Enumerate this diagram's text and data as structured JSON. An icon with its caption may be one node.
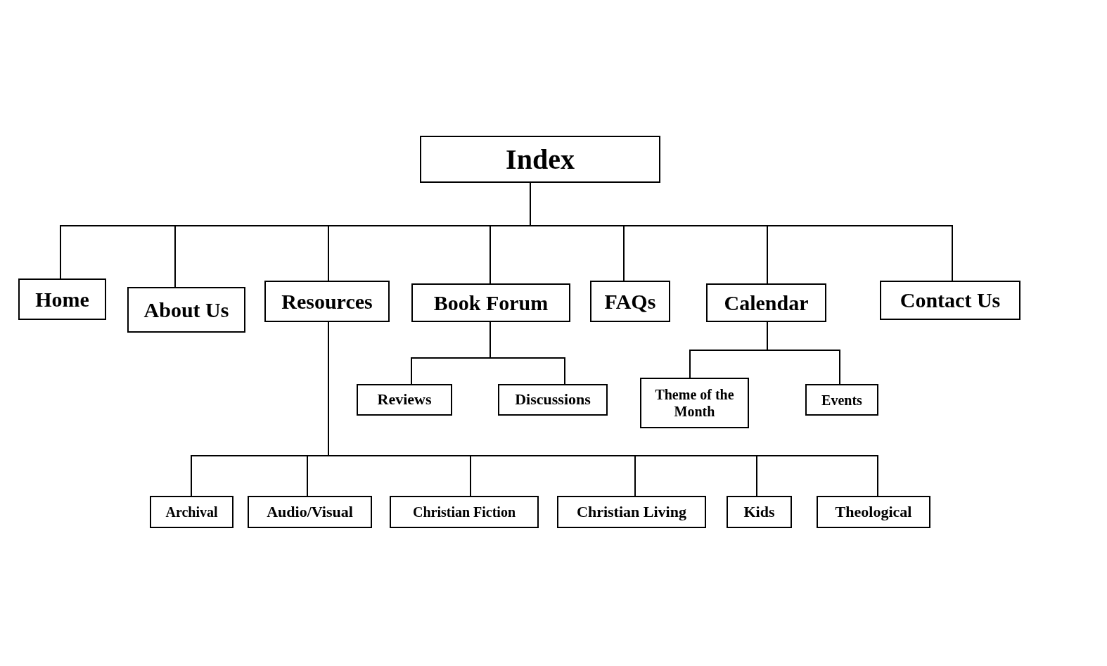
{
  "diagram": {
    "nodes": [
      {
        "text": [
          "Index"
        ]
      },
      {
        "text": [
          "Home"
        ]
      },
      {
        "text": [
          "About Us"
        ]
      },
      {
        "text": [
          "Resources"
        ]
      },
      {
        "text": [
          "Book Forum"
        ]
      },
      {
        "text": [
          "FAQs"
        ]
      },
      {
        "text": [
          "Calendar"
        ]
      },
      {
        "text": [
          "Contact Us"
        ]
      },
      {
        "text": [
          "Reviews"
        ]
      },
      {
        "text": [
          "Discussions"
        ]
      },
      {
        "text": [
          "Theme of the Month"
        ]
      },
      {
        "text": [
          "Events"
        ]
      },
      {
        "text": [
          "Archival"
        ]
      },
      {
        "text": [
          "Audio/Visual"
        ]
      },
      {
        "text": [
          "Christian Fiction"
        ]
      },
      {
        "text": [
          "Christian Living"
        ]
      },
      {
        "text": [
          "Kids"
        ]
      },
      {
        "text": [
          "Theological"
        ]
      }
    ],
    "edges": [
      {
        "from": 0,
        "to": 1,
        "arrow": "none"
      },
      {
        "from": 0,
        "to": 2,
        "arrow": "none"
      },
      {
        "from": 0,
        "to": 3,
        "arrow": "none"
      },
      {
        "from": 0,
        "to": 4,
        "arrow": "none"
      },
      {
        "from": 0,
        "to": 5,
        "arrow": "none"
      },
      {
        "from": 0,
        "to": 6,
        "arrow": "none"
      },
      {
        "from": 0,
        "to": 7,
        "arrow": "none"
      },
      {
        "from": 4,
        "to": 8,
        "arrow": "none"
      },
      {
        "from": 4,
        "to": 9,
        "arrow": "none"
      },
      {
        "from": 6,
        "to": 10,
        "arrow": "none"
      },
      {
        "from": 6,
        "to": 11,
        "arrow": "none"
      },
      {
        "from": 3,
        "to": 12,
        "arrow": "none"
      },
      {
        "from": 3,
        "to": 13,
        "arrow": "none"
      },
      {
        "from": 3,
        "to": 14,
        "arrow": "none"
      },
      {
        "from": 3,
        "to": 15,
        "arrow": "none"
      },
      {
        "from": 3,
        "to": 16,
        "arrow": "none"
      },
      {
        "from": 3,
        "to": 17,
        "arrow": "none"
      }
    ]
  }
}
